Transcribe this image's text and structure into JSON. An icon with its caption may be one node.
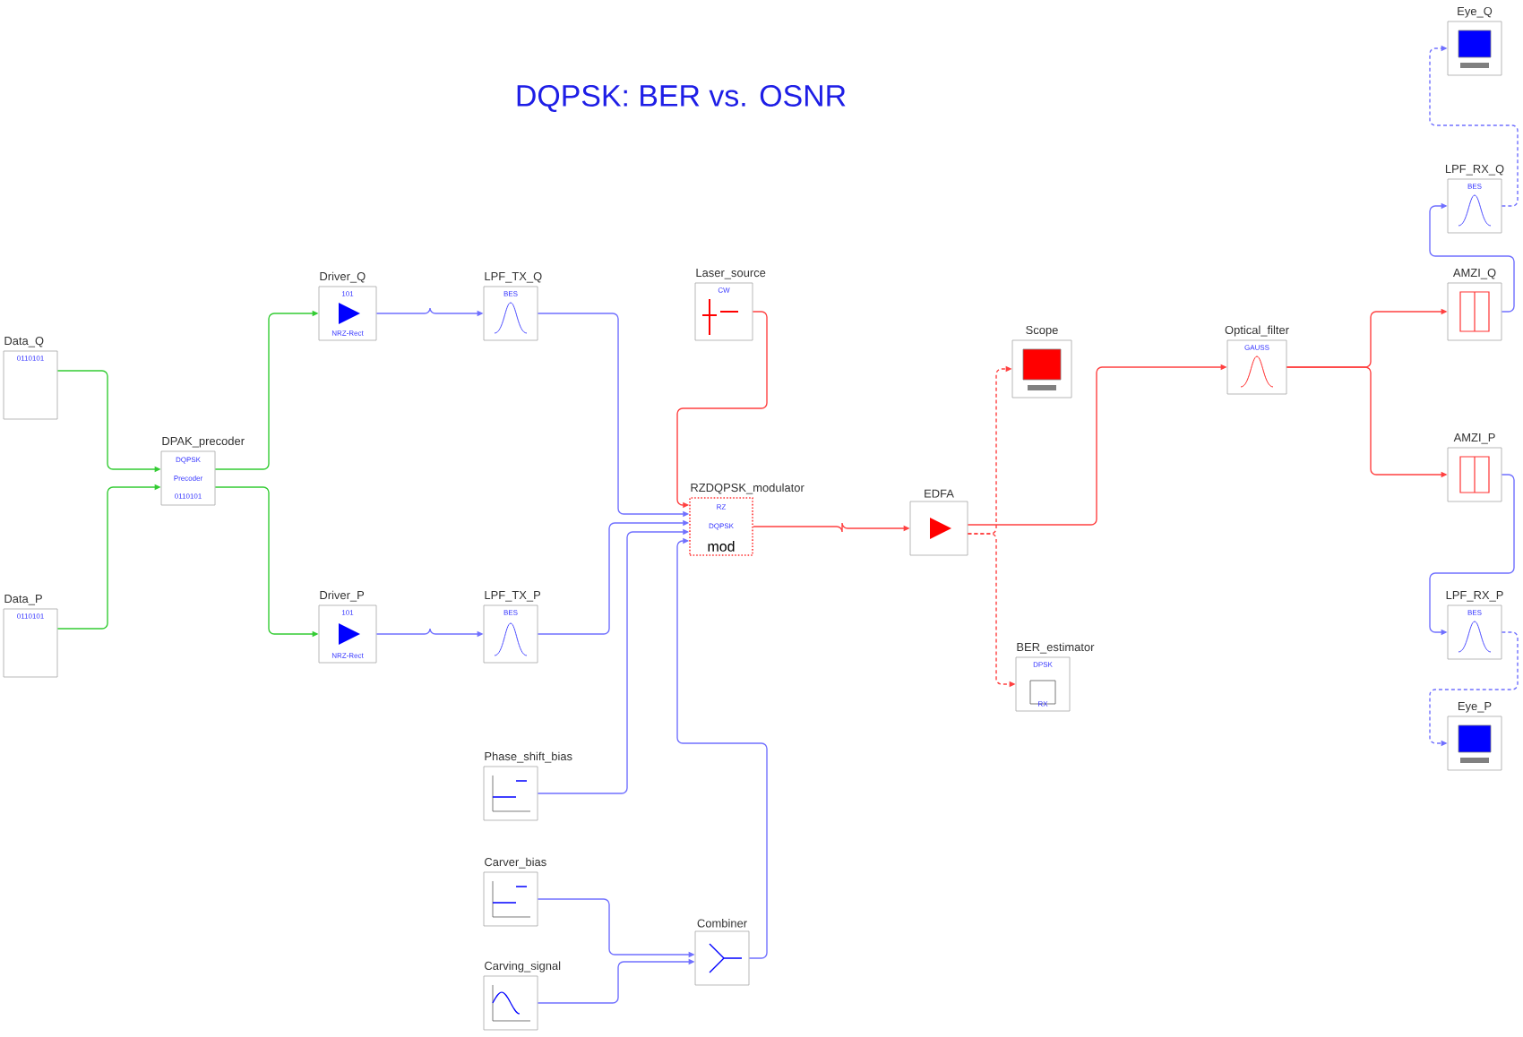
{
  "diagram": {
    "title": "DQPSK: BER vs. OSNR",
    "nodes": [
      {
        "text": [
          "Data_Q",
          "0110101"
        ]
      },
      {
        "text": [
          "Data_P",
          "0110101"
        ]
      },
      {
        "text": [
          "DPAK_precoder",
          "DQPSK",
          "Precoder",
          "0110101"
        ]
      },
      {
        "text": [
          "Driver_Q",
          "101",
          "NRZ-Rect"
        ]
      },
      {
        "text": [
          "Driver_P",
          "101",
          "NRZ-Rect"
        ]
      },
      {
        "text": [
          "LPF_TX_Q",
          "BES"
        ]
      },
      {
        "text": [
          "LPF_TX_P",
          "BES"
        ]
      },
      {
        "text": [
          "Laser_source",
          "CW"
        ]
      },
      {
        "text": [
          "RZDQPSK_modulator",
          "RZ",
          "DQPSK",
          "mod"
        ]
      },
      {
        "text": [
          "Phase_shift_bias"
        ]
      },
      {
        "text": [
          "Carver_bias"
        ]
      },
      {
        "text": [
          "Carving_signal"
        ]
      },
      {
        "text": [
          "Combiner"
        ]
      },
      {
        "text": [
          "EDFA"
        ]
      },
      {
        "text": [
          "Scope"
        ]
      },
      {
        "text": [
          "BER_estimator",
          "DPSK",
          "RX"
        ]
      },
      {
        "text": [
          "Optical_filter",
          "GAUSS"
        ]
      },
      {
        "text": [
          "AMZI_Q"
        ]
      },
      {
        "text": [
          "AMZI_P"
        ]
      },
      {
        "text": [
          "LPF_RX_Q",
          "BES"
        ]
      },
      {
        "text": [
          "LPF_RX_P",
          "BES"
        ]
      },
      {
        "text": [
          "Eye_Q"
        ]
      },
      {
        "text": [
          "Eye_P"
        ]
      }
    ],
    "edges": [
      {
        "from": 0,
        "to": 2,
        "arrow": "to",
        "color": "#33cc33"
      },
      {
        "from": 1,
        "to": 2,
        "arrow": "to",
        "color": "#33cc33"
      },
      {
        "from": 2,
        "to": 3,
        "arrow": "to",
        "color": "#33cc33"
      },
      {
        "from": 2,
        "to": 4,
        "arrow": "to",
        "color": "#33cc33"
      },
      {
        "from": 3,
        "to": 5,
        "arrow": "to"
      },
      {
        "from": 4,
        "to": 6,
        "arrow": "to"
      },
      {
        "from": 5,
        "to": 8,
        "arrow": "to"
      },
      {
        "from": 6,
        "to": 8,
        "arrow": "to"
      },
      {
        "from": 9,
        "to": 8,
        "arrow": "to"
      },
      {
        "from": 12,
        "to": 8,
        "arrow": "to"
      },
      {
        "from": 10,
        "to": 12,
        "arrow": "to"
      },
      {
        "from": 11,
        "to": 12,
        "arrow": "to"
      },
      {
        "from": 7,
        "to": 8,
        "arrow": "to",
        "color": "#ff4040"
      },
      {
        "from": 8,
        "to": 13,
        "arrow": "to",
        "color": "#ff4040"
      },
      {
        "from": 13,
        "to": 16,
        "arrow": "to",
        "color": "#ff4040"
      },
      {
        "from": 13,
        "to": 14,
        "arrow": "to",
        "style": "dashed",
        "color": "#ff4040"
      },
      {
        "from": 13,
        "to": 15,
        "arrow": "to",
        "style": "dashed",
        "color": "#ff4040"
      },
      {
        "from": 16,
        "to": 17,
        "arrow": "to",
        "color": "#ff4040"
      },
      {
        "from": 16,
        "to": 18,
        "arrow": "to",
        "color": "#ff4040"
      },
      {
        "from": 17,
        "to": 19,
        "arrow": "to"
      },
      {
        "from": 18,
        "to": 20,
        "arrow": "to"
      },
      {
        "from": 19,
        "to": 21,
        "arrow": "to",
        "style": "dashed"
      },
      {
        "from": 20,
        "to": 22,
        "arrow": "to",
        "style": "dashed"
      }
    ]
  }
}
